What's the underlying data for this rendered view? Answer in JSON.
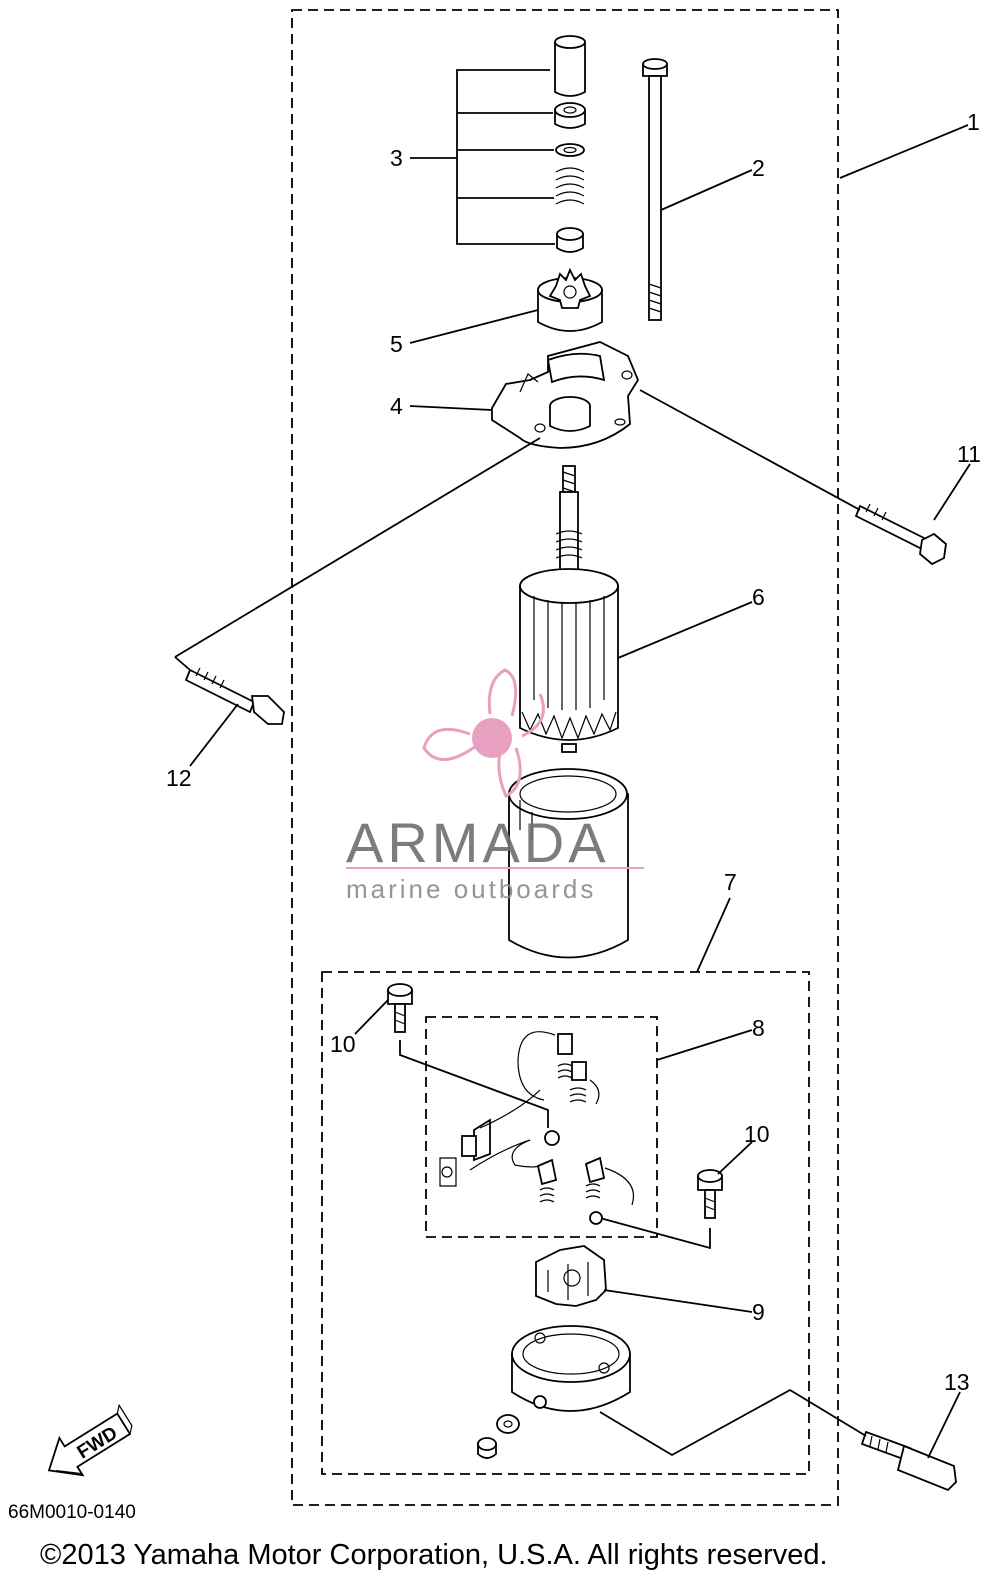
{
  "callouts": [
    {
      "id": "1",
      "text": "1"
    },
    {
      "id": "2",
      "text": "2"
    },
    {
      "id": "3",
      "text": "3"
    },
    {
      "id": "4",
      "text": "4"
    },
    {
      "id": "5",
      "text": "5"
    },
    {
      "id": "6",
      "text": "6"
    },
    {
      "id": "7",
      "text": "7"
    },
    {
      "id": "8",
      "text": "8"
    },
    {
      "id": "9",
      "text": "9"
    },
    {
      "id": "10a",
      "text": "10"
    },
    {
      "id": "10b",
      "text": "10"
    },
    {
      "id": "11",
      "text": "11"
    },
    {
      "id": "12",
      "text": "12"
    },
    {
      "id": "13",
      "text": "13"
    }
  ],
  "diagram_code": "66M0010-0140",
  "fwd_label": "FWD",
  "copyright": "©2013 Yamaha Motor Corporation, U.S.A. All rights reserved.",
  "watermark": {
    "title": "ARMADA",
    "subtitle": "marine outboards",
    "color": "#e8a0c0"
  }
}
